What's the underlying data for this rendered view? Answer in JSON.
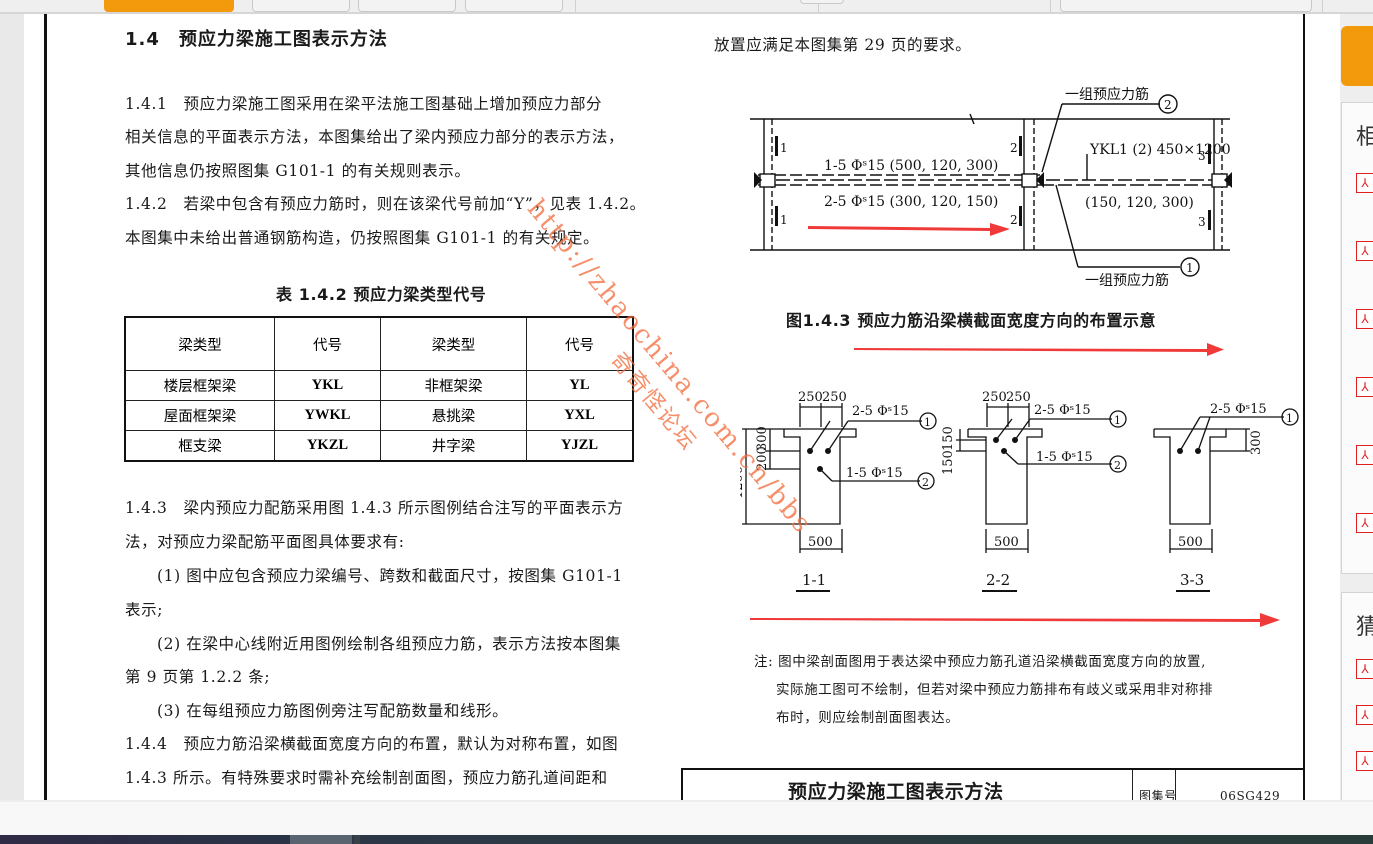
{
  "toolbar": {
    "buttons": [
      {
        "name": "primary-action",
        "label": ""
      },
      {
        "name": "tool-2",
        "label": ""
      },
      {
        "name": "tool-3",
        "label": ""
      },
      {
        "name": "tool-4",
        "label": ""
      }
    ]
  },
  "document": {
    "section_title": "1.4　预应力梁施工图表示方法",
    "left_column": {
      "p141_line1": "1.4.1　预应力梁施工图采用在梁平法施工图基础上增加预应力部分",
      "p141_line2": "相关信息的平面表示方法，本图集给出了梁内预应力部分的表示方法，",
      "p141_line3": "其他信息仍按照图集 G101-1 的有关规则表示。",
      "p142_line1": "1.4.2　若梁中包含有预应力筋时，则在该梁代号前加“Y”，见表 1.4.2。",
      "p142_line2": "本图集中未给出普通钢筋构造，仍按照图集 G101-1 的有关规定。",
      "table_title": "表 1.4.2 预应力梁类型代号",
      "table": {
        "headers": [
          "梁类型",
          "代号",
          "梁类型",
          "代号"
        ],
        "rows": [
          [
            "楼层框架梁",
            "YKL",
            "非框架梁",
            "YL"
          ],
          [
            "屋面框架梁",
            "YWKL",
            "悬挑梁",
            "YXL"
          ],
          [
            "框支梁",
            "YKZL",
            "井字梁",
            "YJZL"
          ]
        ]
      },
      "p143_line1": "1.4.3　梁内预应力配筋采用图 1.4.3 所示图例结合注写的平面表示方",
      "p143_line2": "法，对预应力梁配筋平面图具体要求有:",
      "item1_line1": "(1) 图中应包含预应力梁编号、跨数和截面尺寸，按图集 G101-1",
      "item1_line2": "表示;",
      "item2_line1": "(2) 在梁中心线附近用图例绘制各组预应力筋，表示方法按本图集",
      "item2_line2": "第 9 页第 1.2.2 条;",
      "item3_line1": "(3) 在每组预应力筋图例旁注写配筋数量和线形。",
      "p144_line1": "1.4.4　预应力筋沿梁横截面宽度方向的布置，默认为对称布置，如图",
      "p144_line2": " 1.4.3 所示。有特殊要求时需补充绘制剖面图，预应力筋孔道间距和"
    },
    "right_column": {
      "continuation": "放置应满足本图集第 29 页的要求。",
      "plan_view": {
        "label_group2": "一组预应力筋",
        "marker2": "2",
        "label_group1": "一组预应力筋",
        "marker1": "1",
        "tendon1": "1-5 Φˢ15 (500, 120, 300)",
        "tendon2": "2-5 Φˢ15 (300, 120, 150)",
        "beam_label": "YKL1 (2)  450×1200",
        "tendon_right": "(150, 120, 300)",
        "section_marks": [
          "1",
          "1",
          "2",
          "2",
          "3",
          "3"
        ]
      },
      "figure_caption": "图1.4.3 预应力筋沿梁横截面宽度方向的布置示意",
      "sections": [
        {
          "name": "1-1",
          "top_dims": [
            "250",
            "250"
          ],
          "side_dims": [
            "300",
            "200",
            "1200"
          ],
          "width": "500",
          "tendon_a": "2-5 Φˢ15",
          "marker_a": "1",
          "tendon_b": "1-5 Φˢ15",
          "marker_b": "2"
        },
        {
          "name": "2-2",
          "top_dims": [
            "250",
            "250"
          ],
          "side_dims": [
            "150",
            "150"
          ],
          "width": "500",
          "tendon_a": "2-5 Φˢ15",
          "marker_a": "1",
          "tendon_b": "1-5 Φˢ15",
          "marker_b": "2"
        },
        {
          "name": "3-3",
          "top_dims": [],
          "side_dims": [
            "300"
          ],
          "width": "500",
          "tendon_a": "2-5 Φˢ15",
          "marker_a": "1"
        }
      ],
      "note_line1": "注: 图中梁剖面图用于表达梁中预应力筋孔道沿梁横截面宽度方向的放置,",
      "note_line2": "实际施工图可不绘制，但若对梁中预应力筋排布有歧义或采用非对称排",
      "note_line3": "布时，则应绘制剖面图表达。"
    },
    "title_block": {
      "title": "预应力梁施工图表示方法",
      "atlas_label": "图集号",
      "atlas_number": "06SG429"
    },
    "watermark": "http://zhaochina.com.cn/bbs",
    "watermark_cn": "奇奇怪论坛"
  },
  "sidebar": {
    "panel1_heading": "相",
    "panel1_items": [
      "pdf",
      "pdf",
      "pdf",
      "pdf",
      "pdf",
      "pdf"
    ],
    "panel2_heading": "猜",
    "panel2_items": [
      "pdf",
      "pdf",
      "pdf"
    ],
    "pdf_glyph": "⅄"
  },
  "colors": {
    "accent": "#f39a0c",
    "annotation_arrow": "#f03a3a",
    "pdf_icon": "#e02020"
  }
}
